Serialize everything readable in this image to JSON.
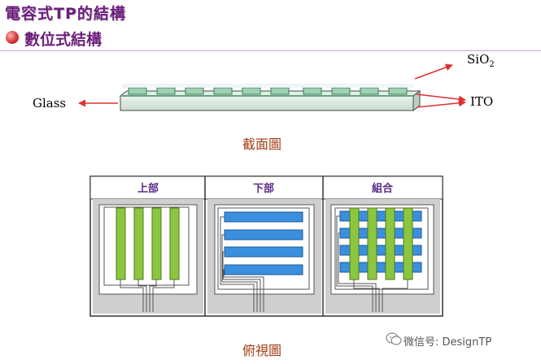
{
  "title": "電容式TP的結構",
  "subtitle": "數位式結構",
  "labels": {
    "sio2": "SiO",
    "sio2_sub": "2",
    "glass": "Glass",
    "ito": "ITO"
  },
  "captions": {
    "section": "截面圖",
    "top_view": "俯視圖"
  },
  "panels": [
    "上部",
    "下部",
    "組合"
  ],
  "watermark": "微信号: DesignTP",
  "colors": {
    "green": "#8cc63f",
    "blue": "#3a8fde",
    "arrow": "#e03030",
    "title": "#6a1f7a"
  }
}
